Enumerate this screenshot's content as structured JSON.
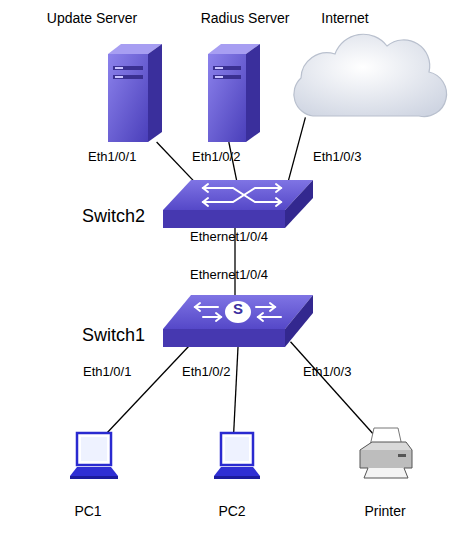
{
  "diagram": {
    "nodes": [
      {
        "text": [
          "Update Server"
        ]
      },
      {
        "text": [
          "Radius Server"
        ]
      },
      {
        "text": [
          "Internet"
        ]
      },
      {
        "text": [
          "Switch2"
        ]
      },
      {
        "text": [
          "Switch1",
          "S"
        ]
      },
      {
        "text": [
          "PC1"
        ]
      },
      {
        "text": [
          "PC2"
        ]
      },
      {
        "text": [
          "Printer"
        ]
      }
    ],
    "edges": [
      {
        "from": 0,
        "to": 3,
        "label": "Eth1/0/1",
        "arrow": "none"
      },
      {
        "from": 1,
        "to": 3,
        "label": "Eth1/0/2",
        "arrow": "none"
      },
      {
        "from": 2,
        "to": 3,
        "label": "Eth1/0/3",
        "arrow": "none"
      },
      {
        "from": 3,
        "to": 4,
        "label": "Ethernet1/0/4",
        "arrow": "none"
      },
      {
        "from": 4,
        "to": 5,
        "label": "Eth1/0/1",
        "arrow": "none"
      },
      {
        "from": 4,
        "to": 6,
        "label": "Eth1/0/2",
        "arrow": "none"
      },
      {
        "from": 4,
        "to": 7,
        "label": "Eth1/0/3",
        "arrow": "none"
      }
    ],
    "labels": [
      "Ethernet1/0/4"
    ]
  }
}
